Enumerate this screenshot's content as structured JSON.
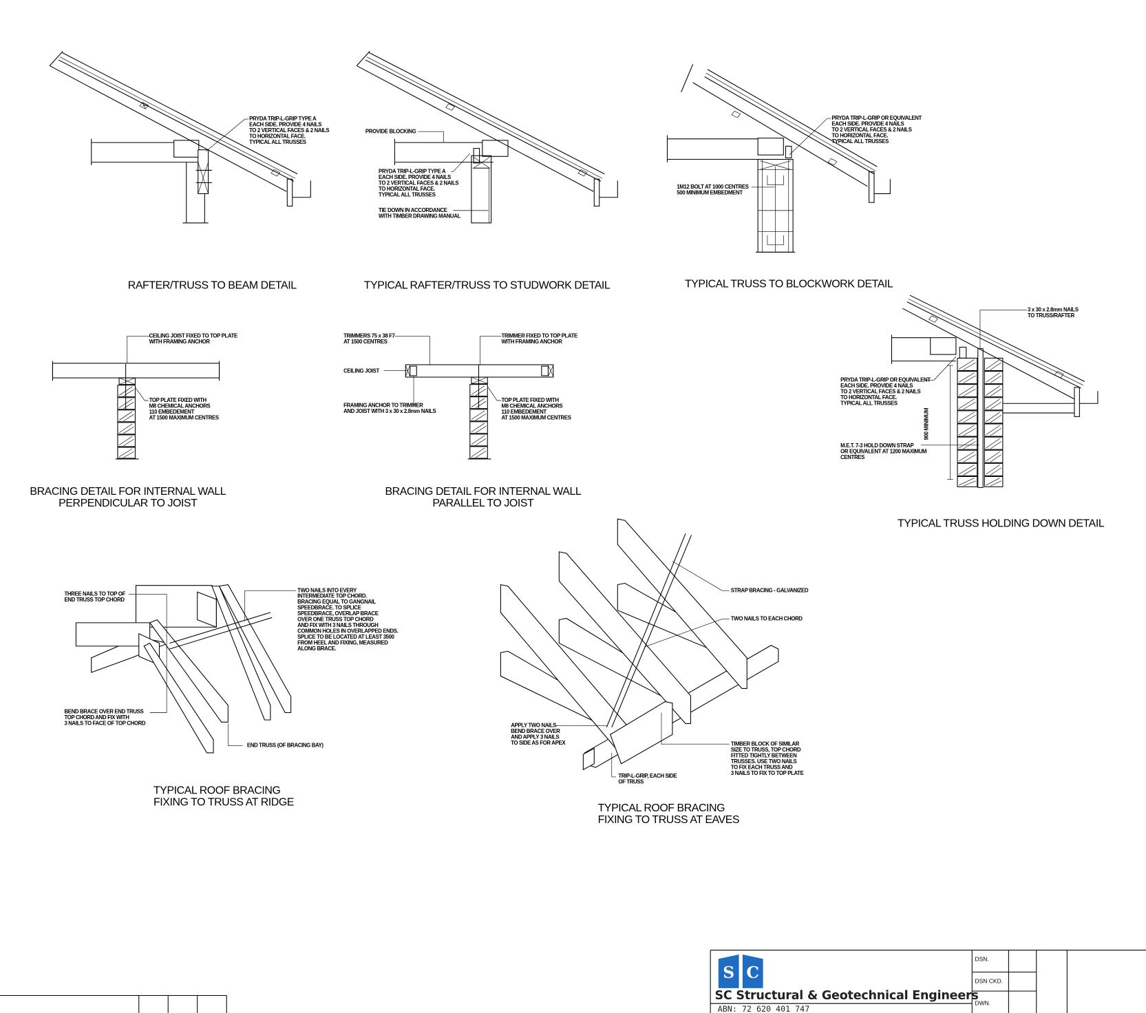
{
  "details": [
    {
      "title": [
        "RAFTER/TRUSS TO BEAM DETAIL"
      ],
      "notes": [
        [
          "PRYDA TRIP-L-GRIP TYPE A",
          "EACH SIDE. PROVIDE 4 NAILS",
          "TO 2 VERTICAL FACES & 2 NAILS",
          "TO HORIZONTAL FACE.",
          "TYPICAL ALL TRUSSES"
        ]
      ]
    },
    {
      "title": [
        "TYPICAL RAFTER/TRUSS TO STUDWORK DETAIL"
      ],
      "notes": [
        [
          "PROVIDE BLOCKING"
        ],
        [
          "PRYDA TRIP-L-GRIP TYPE A",
          "EACH SIDE. PROVIDE 4 NAILS",
          "TO 2 VERTICAL FACES & 2 NAILS",
          "TO HORIZONTAL FACE.",
          "TYPICAL ALL TRUSSES"
        ],
        [
          "TIE DOWN IN ACCORDANCE",
          "WITH TIMBER DRAWING MANUAL"
        ]
      ]
    },
    {
      "title": [
        "TYPICAL TRUSS TO BLOCKWORK DETAIL"
      ],
      "notes": [
        [
          "PRYDA TRIP-L-GRIP OR EQUIVALENT",
          "EACH SIDE. PROVIDE 4 NAILS",
          "TO 2 VERTICAL FACES & 2 NAILS",
          "TO HORIZONTAL FACE.",
          "TYPICAL ALL TRUSSES"
        ],
        [
          "1M12 BOLT AT 1000 CENTRES",
          "500 MINIMUM EMBEDMENT"
        ]
      ]
    },
    {
      "title": [
        "BRACING DETAIL FOR INTERNAL WALL",
        "PERPENDICULAR TO JOIST"
      ],
      "notes": [
        [
          "CEILING JOIST FIXED TO TOP PLATE",
          "WITH FRAMING ANCHOR"
        ],
        [
          "TOP PLATE FIXED WITH",
          "M8 CHEMICAL ANCHORS",
          "110 EMBEDEMENT",
          "AT 1500 MAXIMUM CENTRES"
        ]
      ]
    },
    {
      "title": [
        "BRACING DETAIL FOR INTERNAL WALL",
        "PARALLEL TO JOIST"
      ],
      "notes": [
        [
          "TRIMMERS 75 x 38 F7",
          "AT 1500 CENTRES"
        ],
        [
          "TRIMMER FIXED TO TOP PLATE",
          "WITH FRAMING ANCHOR"
        ],
        [
          "CEILING JOIST"
        ],
        [
          "FRAMING ANCHOR TO TRIMMER",
          "AND JOIST WITH 3 x 30 x 2.8mm NAILS"
        ],
        [
          "TOP PLATE FIXED WITH",
          "M8 CHEMICAL ANCHORS",
          "110 EMBEDEMENT",
          "AT 1500 MAXIMUM CENTRES"
        ]
      ]
    },
    {
      "title": [
        "TYPICAL TRUSS HOLDING DOWN DETAIL"
      ],
      "notes": [
        [
          "3 x 30 x 2.8mm NAILS",
          "TO TRUSS/RAFTER"
        ],
        [
          "PRYDA TRIP-L-GRIP OR EQUIVALENT",
          "EACH SIDE. PROVIDE 4 NAILS",
          "TO 2 VERTICAL FACES & 2 NAILS",
          "TO HORIZONTAL FACE.",
          "TYPICAL ALL TRUSSES"
        ],
        [
          "900 MINIMUM"
        ],
        [
          "M.E.T. 7-3 HOLD DOWN STRAP",
          "OR EQUIVALENT AT 1200 MAXIMUM",
          "CENTRES"
        ]
      ]
    },
    {
      "title": [
        "TYPICAL ROOF BRACING",
        "FIXING TO TRUSS AT RIDGE"
      ],
      "notes": [
        [
          "THREE NAILS TO TOP OF",
          "END TRUSS TOP CHORD"
        ],
        [
          "TWO NAILS INTO EVERY",
          "INTERMEDIATE TOP CHORD.",
          "BRACING EQUAL TO GANGNAIL",
          "SPEEDBRACE. TO SPLICE",
          "SPEEDBRACE, OVERLAP BRACE",
          "OVER ONE TRUSS TOP CHORD",
          "AND FIX WITH 3 NAILS THROUGH",
          "COMMON HOLES IN OVERLAPPED ENDS.",
          "SPLICE TO BE LOCATED AT LEAST 3500",
          "FROM HEEL AND FIXING, MEASURED",
          "ALONG BRACE."
        ],
        [
          "BEND BRACE OVER END TRUSS",
          "TOP CHORD AND FIX WITH",
          "3 NAILS TO FACE OF TOP CHORD"
        ],
        [
          "END TRUSS (OF BRACING BAY)"
        ]
      ]
    },
    {
      "title": [
        "TYPICAL ROOF BRACING",
        "FIXING TO TRUSS AT EAVES"
      ],
      "notes": [
        [
          "STRAP BRACING - GALVANIZED"
        ],
        [
          "TWO NAILS TO EACH CHORD"
        ],
        [
          "APPLY TWO NAILS",
          "BEND BRACE OVER",
          "AND APPLY 3 NAILS",
          "TO SIDE AS FOR APEX"
        ],
        [
          "TRIP-L-GRIP, EACH SIDE",
          "OF TRUSS"
        ],
        [
          "TIMBER BLOCK OF SIMILAR",
          "SIZE TO TRUSS, TOP CHORD",
          "FITTED TIGHTLY BETWEEN",
          "TRUSSES. USE TWO NAILS",
          "TO FIX EACH TRUSS AND",
          "3 NAILS TO FIX TO TOP PLATE"
        ]
      ]
    }
  ],
  "title_block": {
    "logo_letters": [
      "S",
      "C"
    ],
    "company": "SC Structural & Geotechnical Engineers",
    "abn": "ABN: 72 620 401 747",
    "rows": [
      "DSN.",
      "DSN CKD.",
      "DWN."
    ],
    "logo_color": "#1f6dc2"
  }
}
